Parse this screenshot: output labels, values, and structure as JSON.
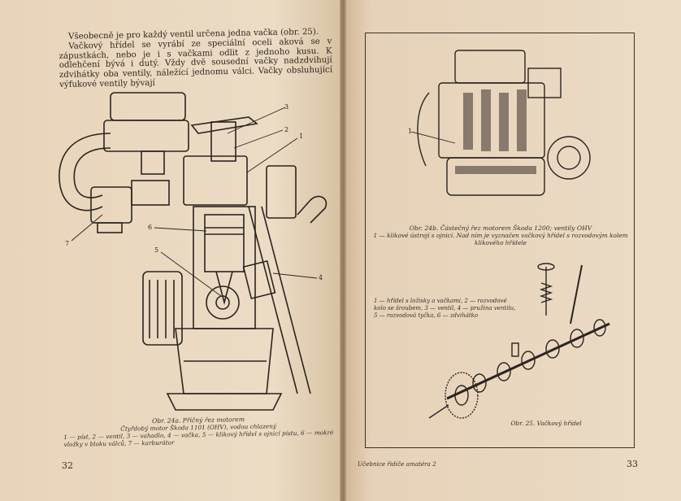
{
  "left_page": {
    "intro_paragraph_1": "Všeobecně je pro každý ventil určena jedna vačka (obr. 25).",
    "intro_paragraph_2": "Vačkový hřídel se vyrábí ze speciální oceli aková se v zápustkách, nebo je i s vačkami odlit z jednoho kusu. K odlehčení bývá i dutý. Vždy dvě sousední vačky nadzdvihují zdvihátky oba ventily, náležící jednomu válci. Vačky obsluhující výfukové ventily bývají",
    "figure_labels": [
      "1",
      "2",
      "3",
      "4",
      "5",
      "6",
      "7"
    ],
    "caption_title": "Obr. 24a. Příčný řez motorem",
    "caption_subtitle": "Čtyřdobý motor Škoda 1101 (OHV), vodou chlazený",
    "caption_legend": "1 — píst, 2 — ventil, 3 — vahadlo, 4 — vačka, 5 — klikový hřídel s ojnicí pístu, 6 — mokré vložky v bloku válců, 7 — karburátor",
    "page_number": "32"
  },
  "right_page": {
    "top_figure_label": "1",
    "top_caption_title": "Obr. 24b. Částečný řez motorem Škoda 1200; ventily OHV",
    "top_caption_legend": "1 — klikové ústrojí s ojnicí. Nad ním je vyznačen vačkový hřídel s rozvodovým kolem klikového hřídele",
    "legend_25": "1 — hřídel s ložisky a vačkami, 2 — rozvodové kolo se šroubem, 3 — ventil, 4 — pružina ventilu, 5 — rozvodová tyčka, 6 — zdvihátko",
    "bottom_caption": "Obr. 25. Vačkový hřídel",
    "footer": "Učebnice řidiče amatéra 2",
    "page_number": "33"
  }
}
